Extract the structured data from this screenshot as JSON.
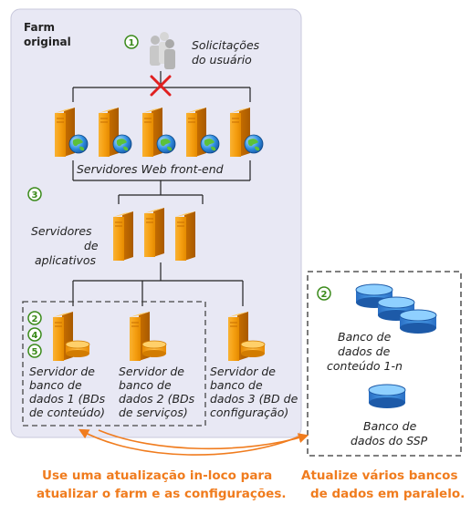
{
  "farm_title_line1": "Farm",
  "farm_title_line2": "original",
  "user_requests": [
    "Solicitações",
    "do usuário"
  ],
  "web_servers_label": "Servidores Web front-end",
  "app_servers_label": [
    "Servidores",
    "de",
    "aplicativos"
  ],
  "db_servers": [
    {
      "lines": [
        "Servidor de",
        "banco de",
        "dados 1 (BDs",
        "de conteúdo)"
      ]
    },
    {
      "lines": [
        "Servidor de",
        "banco de",
        "dados 2 (BDs",
        "de serviços)"
      ]
    },
    {
      "lines": [
        "Servidor de",
        "banco de",
        "dados 3 (BD de",
        "configuração)"
      ]
    }
  ],
  "content_dbs_label": [
    "Banco de",
    "dados de",
    "conteúdo 1-n"
  ],
  "ssp_db_label": [
    "Banco de",
    "dados do SSP"
  ],
  "step_numbers": {
    "user": "1",
    "web": "3",
    "db_a": "2",
    "db_b": "4",
    "db_c": "5",
    "right": "2"
  },
  "note_left": [
    "Use uma atualização in-loco para",
    "atualizar o farm e as configurações."
  ],
  "note_right": [
    "Atualize vários bancos",
    "de dados em paralelo."
  ],
  "colors": {
    "accent": "#f07c1e",
    "step_green": "#3a8a1a",
    "farm_bg": "#e8e8f4",
    "db_blue": "#2f7fd0"
  }
}
